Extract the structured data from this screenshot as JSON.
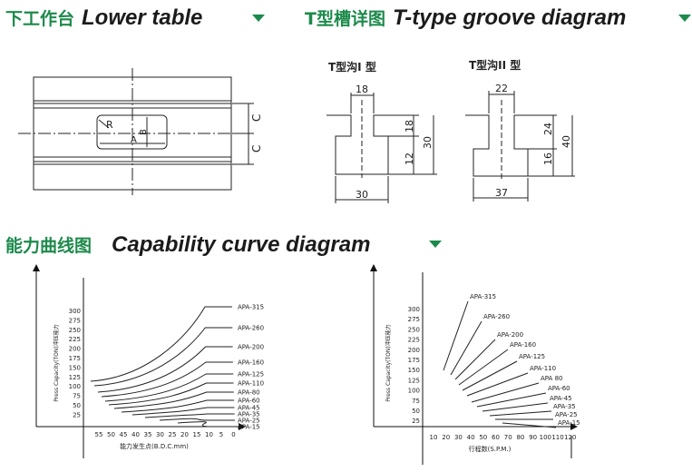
{
  "headers": {
    "lower_table": {
      "cn": "下工作台",
      "en": "Lower table"
    },
    "t_groove": {
      "cn": "T型槽详图",
      "en": "T-type groove diagram"
    },
    "capability": {
      "cn": "能力曲线图",
      "en": "Capability curve diagram"
    }
  },
  "lower_table": {
    "labels": {
      "R": "R",
      "A": "A",
      "B": "B",
      "C": "C"
    }
  },
  "t_groove": {
    "type1": {
      "title": "T型沟I  型",
      "top": "18",
      "heights": [
        "18",
        "12"
      ],
      "total": "30",
      "bottom": "30"
    },
    "type2": {
      "title": "T型沟II  型",
      "top": "22",
      "heights": [
        "24",
        "16"
      ],
      "total": "40",
      "bottom": "37"
    }
  },
  "chart_left": {
    "ylabel": "Press Capacity(TON)冲压能力",
    "xlabel": "能力发生点(B.D.C.mm)",
    "yticks": [
      "300",
      "275",
      "250",
      "225",
      "200",
      "175",
      "150",
      "125",
      "100",
      "75",
      "50",
      "25"
    ],
    "xticks": [
      "55",
      "50",
      "45",
      "40",
      "35",
      "30",
      "25",
      "20",
      "15",
      "10",
      "5",
      "0"
    ],
    "series": [
      "APA-315",
      "APA-260",
      "APA-200",
      "APA-160",
      "APA-125",
      "APA-110",
      "APA-80",
      "APA-60",
      "APA-45",
      "APA-35",
      "APA-25",
      "APA-15"
    ]
  },
  "chart_right": {
    "ylabel": "Press Capacity(TON)冲压能力",
    "xlabel": "行程数(S.P.M.)",
    "yticks": [
      "300",
      "275",
      "250",
      "225",
      "200",
      "175",
      "150",
      "125",
      "100",
      "75",
      "50",
      "25"
    ],
    "xticks": [
      "10",
      "20",
      "30",
      "40",
      "50",
      "60",
      "70",
      "80",
      "90",
      "100",
      "110",
      "120"
    ],
    "series": [
      "APA-315",
      "APA-260",
      "APA-200",
      "APA-160",
      "APA-125",
      "APA-110",
      "APA 80",
      "APA-60",
      "APA-45",
      "APA-35",
      "APA-25",
      "APA-15"
    ]
  },
  "colors": {
    "accent": "#1c8a4b",
    "line": "#222222"
  }
}
